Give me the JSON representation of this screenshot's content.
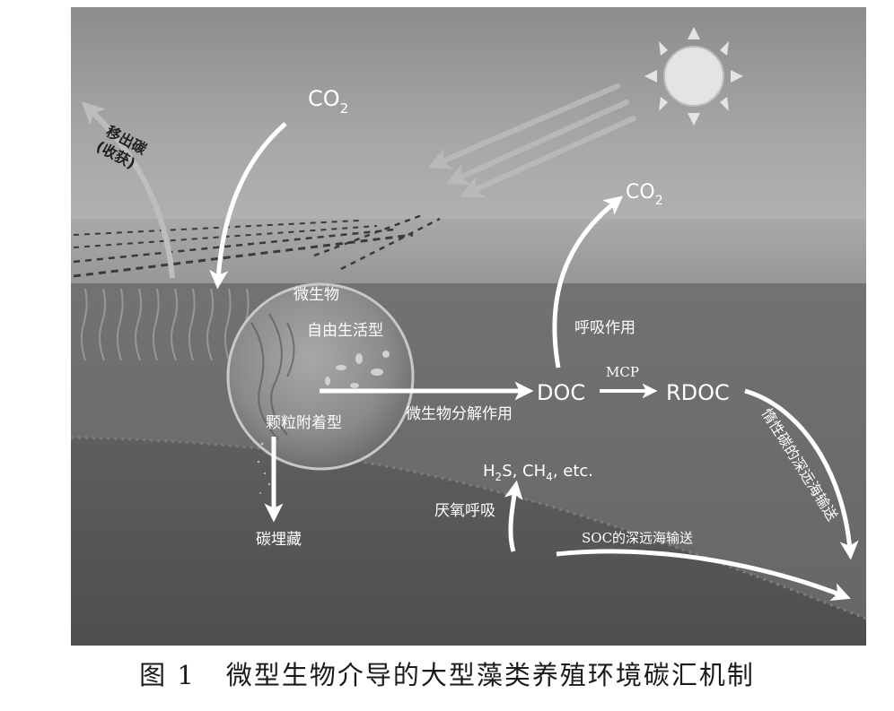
{
  "caption": {
    "figure_no": "图 1",
    "title": "微型生物介导的大型藻类养殖环境碳汇机制"
  },
  "labels": {
    "co2_in": "CO",
    "co2_out": "CO",
    "co2_sub": "2",
    "harvest_line1": "移出碳",
    "harvest_line2": "(收获)",
    "microbes": "微生物",
    "free_living": "自由生活型",
    "particle_attached": "颗粒附着型",
    "microbial_decomposition": "微生物分解作用",
    "doc": "DOC",
    "mcp": "MCP",
    "rdoc": "RDOC",
    "respiration": "呼吸作用",
    "rdoc_transport": "惰性碳的深远海输送",
    "carbon_burial": "碳埋藏",
    "anaerobic_respiration": "厌氧呼吸",
    "gases_h2s_h": "H",
    "gases_h2s_2": "2",
    "gases_h2s_s": "S, CH",
    "gases_ch4_4": "4",
    "gases_etc": ", etc.",
    "soc_transport": "SOC的深远海输送"
  },
  "colors": {
    "sky": "#9a9a9a",
    "sea": "#6f6f6f",
    "sediment": "#5a5a5a",
    "arrow": "#ffffff",
    "sun": "#e8e8e8"
  }
}
